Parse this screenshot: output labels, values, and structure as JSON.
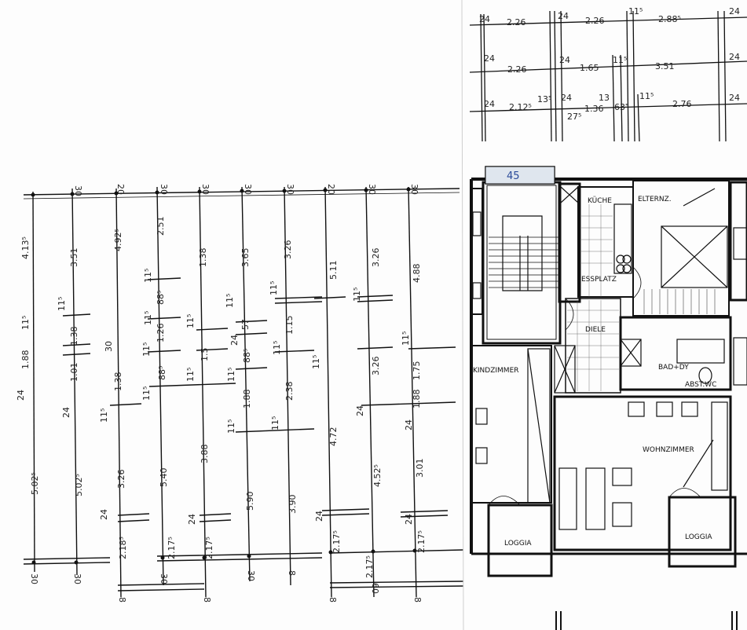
{
  "plan_number": "45",
  "room_labels": {
    "kitchen": "KÜCHE",
    "parents": "ELTERNZ.",
    "hall": "DIELE",
    "bath": "BAD+DY",
    "child": "KINDZIMMER",
    "living": "WOHNZIMMER",
    "loggia_left": "LOGGIA",
    "loggia_right": "LOGGIA",
    "dining": "ESSPLATZ",
    "storage": "ABST.WC"
  },
  "top_dims": {
    "row1": [
      "24",
      "2.26",
      "24",
      "2.26",
      "11⁵",
      "2.88⁵",
      "24"
    ],
    "row2": [
      "24",
      "2.26",
      "24",
      "1.65",
      "11⁵",
      "3.51",
      "24"
    ],
    "row3": [
      "24",
      "2.12⁵",
      "13⁵",
      "24",
      "27⁵",
      "1.36",
      "13",
      "63⁵",
      "11⁵",
      "2.76",
      "24"
    ]
  },
  "left_top_labels": [
    "30",
    "30",
    "20",
    "30",
    "30",
    "30",
    "30",
    "20",
    "30",
    "30"
  ],
  "left_bottom_labels": [
    "30",
    "30",
    "8",
    "30",
    "8",
    "30",
    "8",
    "8",
    "60",
    "8"
  ],
  "left_dims": {
    "total_col0": "4.13⁵",
    "col0": [
      "11⁵",
      "1.88",
      "24",
      "5.02⁵"
    ],
    "col1": [
      "3.51",
      "11⁵",
      "1.38",
      "1.01",
      "24",
      "5.02⁵"
    ],
    "col2": [
      "4.92⁵",
      "30",
      "1.38",
      "11⁵",
      "3.26",
      "24",
      "2.18⁵"
    ],
    "col3": [
      "2.51",
      "11⁵",
      "88⁵",
      "11⁵",
      "1.26",
      "11⁵",
      "88⁵",
      "11⁵",
      "5.40",
      "24",
      "2.17⁵"
    ],
    "col4": [
      "1.38",
      "11⁵",
      "1.5",
      "11⁵",
      "3.88",
      "24",
      "2.17⁵"
    ],
    "col5": [
      "3.65",
      "11⁵",
      "57",
      "24",
      "88⁵",
      "11⁵",
      "1.88",
      "11⁵",
      "5.90"
    ],
    "col6": [
      "3.26",
      "11⁵",
      "1.15",
      "11⁵",
      "2.38",
      "11⁵",
      "3.90"
    ],
    "col7": [
      "5.11",
      "11⁵",
      "4.72",
      "24",
      "2.17⁵"
    ],
    "col8": [
      "3.26",
      "11⁵",
      "3.26",
      "24",
      "4.52⁵",
      "2.17⁵"
    ],
    "col9": [
      "4.88",
      "11⁵",
      "1.75",
      "1.88",
      "24",
      "3.01",
      "24",
      "2.17⁵"
    ]
  }
}
